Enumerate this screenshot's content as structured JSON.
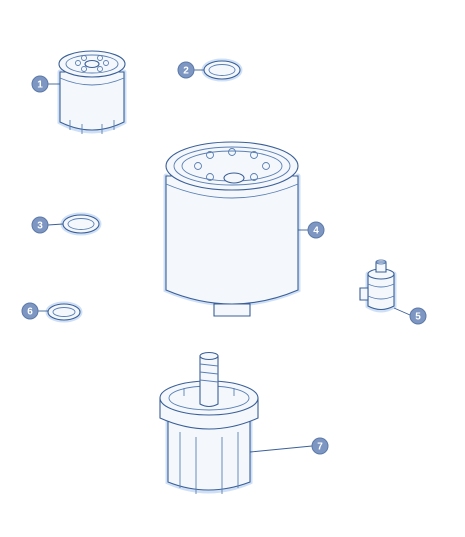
{
  "colors": {
    "outline": "#3a5f97",
    "fill": "#f4f8fd",
    "glow": "#cfe0f6",
    "callout": "#7d97c2"
  },
  "callouts": [
    {
      "label": "1"
    },
    {
      "label": "2"
    },
    {
      "label": "3"
    },
    {
      "label": "4"
    },
    {
      "label": "5"
    },
    {
      "label": "6"
    },
    {
      "label": "7"
    }
  ]
}
